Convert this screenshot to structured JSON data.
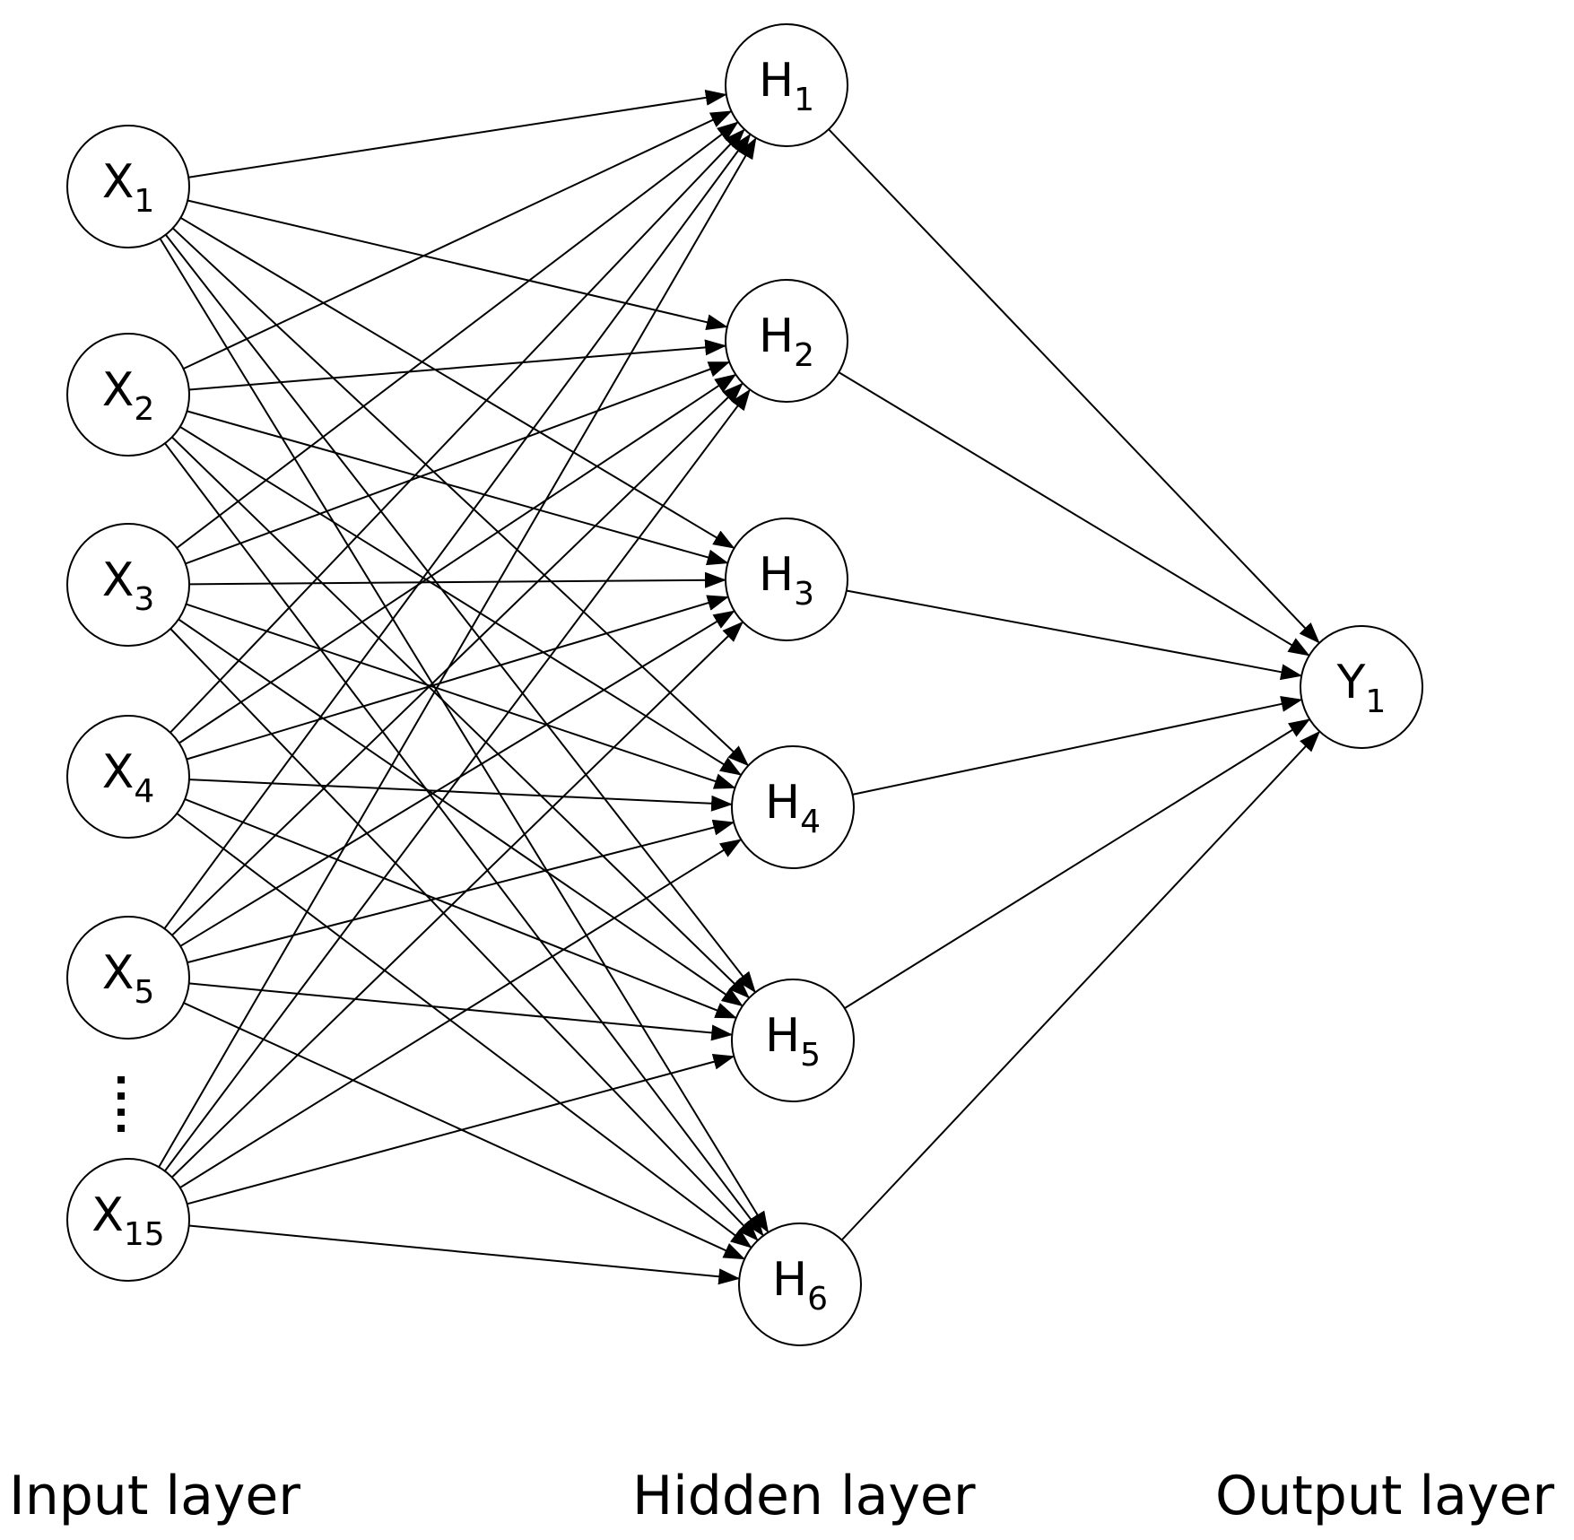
{
  "colors": {
    "stroke": "#000000",
    "node_fill": "#ffffff",
    "background": "#ffffff"
  },
  "input_layer": {
    "label": "Input layer",
    "nodes": [
      {
        "id": "X1",
        "main": "X",
        "sub": "1"
      },
      {
        "id": "X2",
        "main": "X",
        "sub": "2"
      },
      {
        "id": "X3",
        "main": "X",
        "sub": "3"
      },
      {
        "id": "X4",
        "main": "X",
        "sub": "4"
      },
      {
        "id": "X5",
        "main": "X",
        "sub": "5"
      },
      {
        "id": "X15",
        "main": "X",
        "sub": "15"
      }
    ],
    "ellipsis": "...."
  },
  "hidden_layer": {
    "label": "Hidden layer",
    "nodes": [
      {
        "id": "H1",
        "main": "H",
        "sub": "1"
      },
      {
        "id": "H2",
        "main": "H",
        "sub": "2"
      },
      {
        "id": "H3",
        "main": "H",
        "sub": "3"
      },
      {
        "id": "H4",
        "main": "H",
        "sub": "4"
      },
      {
        "id": "H5",
        "main": "H",
        "sub": "5"
      },
      {
        "id": "H6",
        "main": "H",
        "sub": "6"
      }
    ]
  },
  "output_layer": {
    "label": "Output layer",
    "nodes": [
      {
        "id": "Y1",
        "main": "Y",
        "sub": "1"
      }
    ]
  },
  "connectivity": "fully-connected"
}
